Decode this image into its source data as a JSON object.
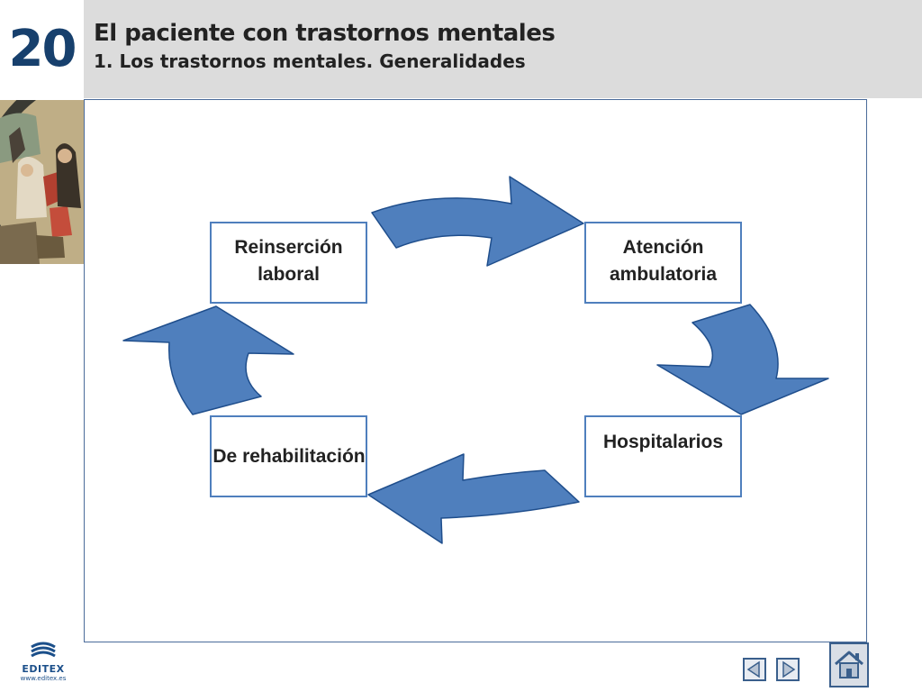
{
  "header": {
    "unit_number": "20",
    "title": "El paciente con trastornos mentales",
    "subtitle": "1. Los trastornos mentales. Generalidades"
  },
  "diagram": {
    "nodes": {
      "reinsercion": "Reinserción\nlaboral",
      "atencion": "Atención\nambulatoria",
      "hospitalarios": "Hospitalarios",
      "rehabilitacion": "De rehabilitación"
    },
    "colors": {
      "box_border": "#4f7fbd",
      "arrow_fill": "#4f7fbd",
      "arrow_stroke": "#1f4e8c"
    }
  },
  "footer": {
    "logo_word": "EDITEX",
    "logo_url": "www.editex.es",
    "icons": [
      "prev-icon",
      "next-icon",
      "home-icon"
    ]
  }
}
